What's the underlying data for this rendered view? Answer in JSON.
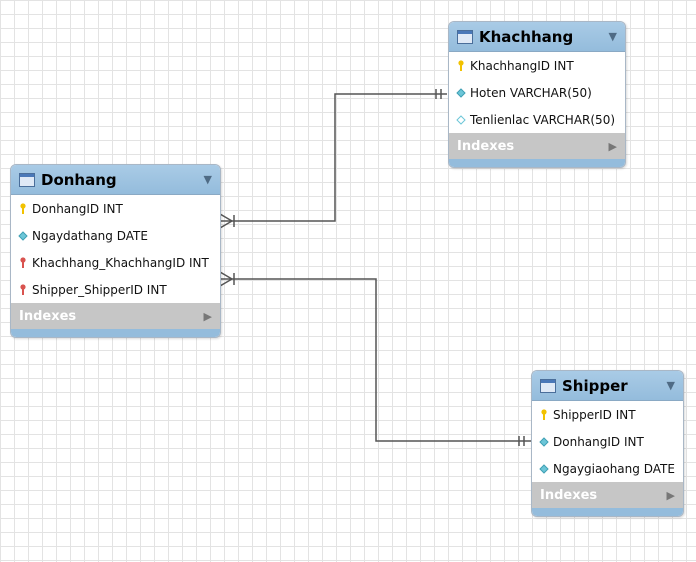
{
  "tables": {
    "khachhang": {
      "title": "Khachhang",
      "columns": [
        {
          "text": "KhachhangID INT",
          "kind": "primary-key"
        },
        {
          "text": "Hoten VARCHAR(50)",
          "kind": "not-null"
        },
        {
          "text": "Tenlienlac VARCHAR(50)",
          "kind": "nullable"
        }
      ],
      "indexes_label": "Indexes"
    },
    "donhang": {
      "title": "Donhang",
      "columns": [
        {
          "text": "DonhangID INT",
          "kind": "primary-key"
        },
        {
          "text": "Ngaydathang DATE",
          "kind": "not-null"
        },
        {
          "text": "Khachhang_KhachhangID INT",
          "kind": "foreign-key"
        },
        {
          "text": "Shipper_ShipperID INT",
          "kind": "foreign-key"
        }
      ],
      "indexes_label": "Indexes"
    },
    "shipper": {
      "title": "Shipper",
      "columns": [
        {
          "text": "ShipperID INT",
          "kind": "primary-key"
        },
        {
          "text": "DonhangID INT",
          "kind": "not-null"
        },
        {
          "text": "Ngaygiaohang DATE",
          "kind": "not-null"
        }
      ],
      "indexes_label": "Indexes"
    }
  },
  "relationships": [
    {
      "from": "donhang",
      "to": "khachhang",
      "from_cardinality": "many",
      "to_cardinality": "one"
    },
    {
      "from": "donhang",
      "to": "shipper",
      "from_cardinality": "many",
      "to_cardinality": "one"
    }
  ],
  "colors": {
    "header": "#a9cbe6",
    "primary_key": "#f2c200",
    "foreign_key": "#d9534f",
    "not_null": "#6cc6d8",
    "connector": "#555555"
  },
  "icons": {
    "table": "table-icon",
    "collapse": "collapse-arrow-icon",
    "expand": "expand-arrow-icon"
  }
}
